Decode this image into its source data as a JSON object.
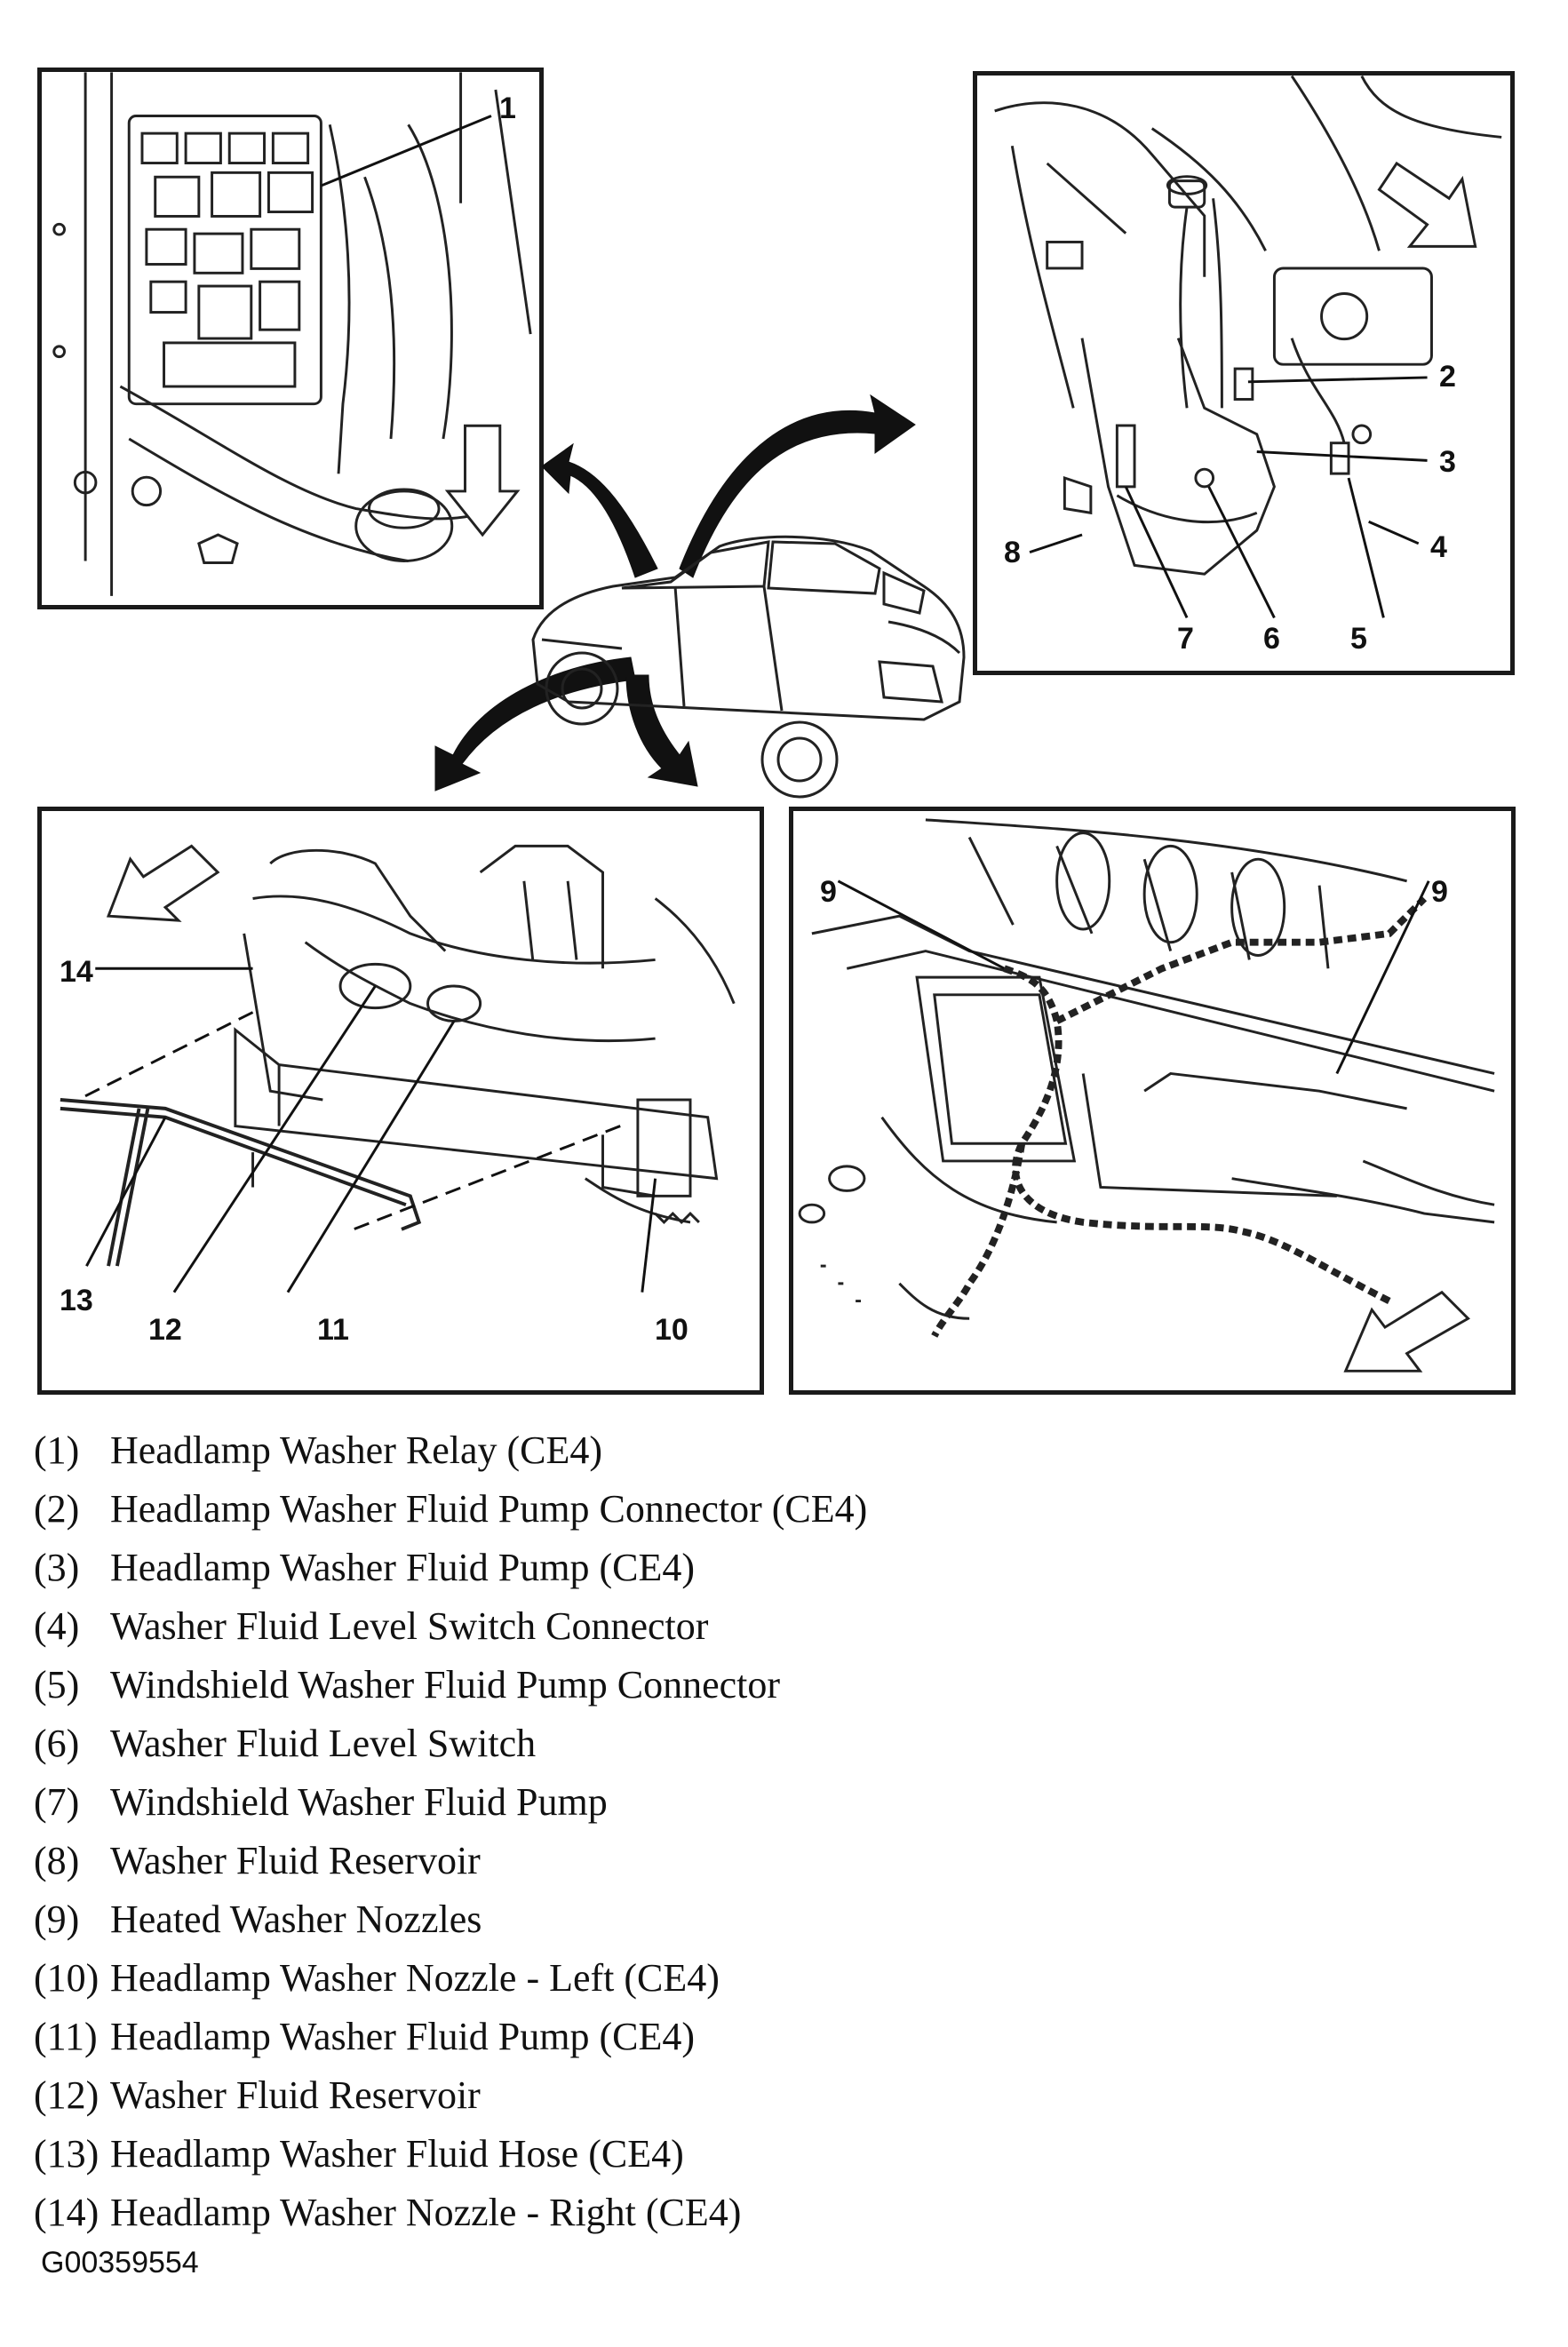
{
  "panels": {
    "top_left": {
      "callouts": [
        "1"
      ]
    },
    "top_right": {
      "callouts": [
        "2",
        "3",
        "4",
        "8",
        "7",
        "6",
        "5"
      ]
    },
    "bottom_left": {
      "callouts": [
        "14",
        "13",
        "12",
        "11",
        "10"
      ]
    },
    "bottom_right": {
      "callouts": [
        "9",
        "9"
      ]
    }
  },
  "legend": [
    {
      "index": "(1)",
      "label": "Headlamp Washer Relay (CE4)"
    },
    {
      "index": "(2)",
      "label": "Headlamp Washer Fluid Pump Connector (CE4)"
    },
    {
      "index": "(3)",
      "label": "Headlamp Washer Fluid Pump (CE4)"
    },
    {
      "index": "(4)",
      "label": "Washer Fluid Level Switch Connector"
    },
    {
      "index": "(5)",
      "label": "Windshield Washer Fluid Pump Connector"
    },
    {
      "index": "(6)",
      "label": "Washer Fluid Level Switch"
    },
    {
      "index": "(7)",
      "label": "Windshield Washer Fluid Pump"
    },
    {
      "index": "(8)",
      "label": "Washer Fluid Reservoir"
    },
    {
      "index": "(9)",
      "label": "Heated Washer Nozzles"
    },
    {
      "index": "(10)",
      "label": "Headlamp Washer Nozzle - Left (CE4)"
    },
    {
      "index": "(11)",
      "label": "Headlamp Washer Fluid Pump (CE4)"
    },
    {
      "index": "(12)",
      "label": "Washer Fluid Reservoir"
    },
    {
      "index": "(13)",
      "label": "Headlamp Washer Fluid Hose (CE4)"
    },
    {
      "index": "(14)",
      "label": "Headlamp Washer Nozzle - Right (CE4)"
    }
  ],
  "figure_id": "G00359554"
}
